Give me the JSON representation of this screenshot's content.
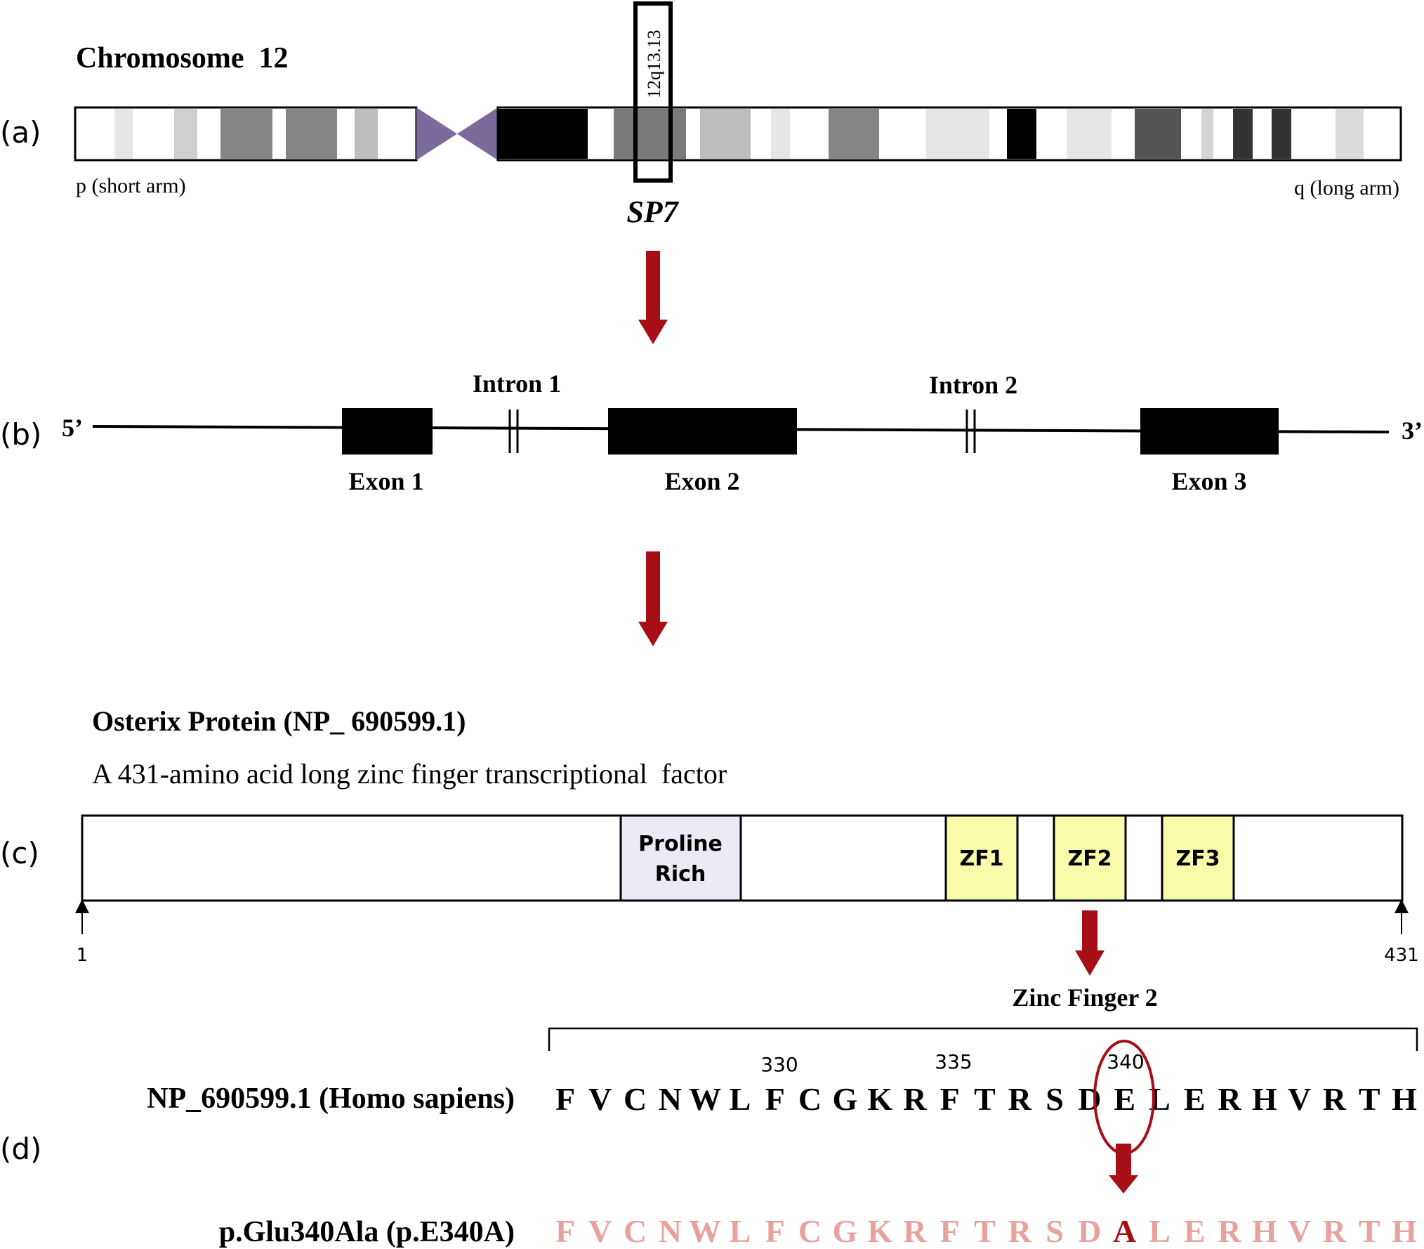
{
  "panel_labels": {
    "a": "(a)",
    "b": "(b)",
    "c": "(c)",
    "d": "(d)"
  },
  "chromosome": {
    "title": "Chromosome  12",
    "p_arm_label": "p (short arm)",
    "q_arm_label": "q (long arm)",
    "locus_label": "12q13.13",
    "gene_label": "SP7",
    "colors": {
      "centromere": "#7b6a9b",
      "arrow": "#a50f15"
    }
  },
  "gene_structure": {
    "five_prime": "5’",
    "three_prime": "3’",
    "exons": [
      "Exon 1",
      "Exon 2",
      "Exon 3"
    ],
    "introns": [
      "Intron 1",
      "Intron 2"
    ]
  },
  "protein": {
    "title": "Osterix Protein (NP_ 690599.1)",
    "description": "A 431-amino acid long zinc finger transcriptional  factor",
    "proline_rich": [
      "Proline",
      "Rich"
    ],
    "zinc_fingers": [
      "ZF1",
      "ZF2",
      "ZF3"
    ],
    "start_position": "1",
    "end_position": "431",
    "zf2_label": "Zinc Finger 2",
    "colors": {
      "proline_rich": "#ede9f5",
      "zinc_finger": "#f7fbaa"
    }
  },
  "sequence": {
    "reference_label": "NP_690599.1 (Homo sapiens)",
    "mutant_label": "p.Glu340Ala (p.E340A)",
    "position_markers": [
      "330",
      "335",
      "340"
    ],
    "reference_residues": [
      "F",
      "V",
      "C",
      "N",
      "W",
      "L",
      "F",
      "C",
      "G",
      "K",
      "R",
      "F",
      "T",
      "R",
      "S",
      "D",
      "E",
      "L",
      "E",
      "R",
      "H",
      "V",
      "R",
      "T",
      "H"
    ],
    "mutant_residues": [
      "F",
      "V",
      "C",
      "N",
      "W",
      "L",
      "F",
      "C",
      "G",
      "K",
      "R",
      "F",
      "T",
      "R",
      "S",
      "D",
      "A",
      "L",
      "E",
      "R",
      "H",
      "V",
      "R",
      "T",
      "H"
    ],
    "colors": {
      "mutant_text": "#e8a29d",
      "mutation_highlight": "#a50f15"
    }
  }
}
